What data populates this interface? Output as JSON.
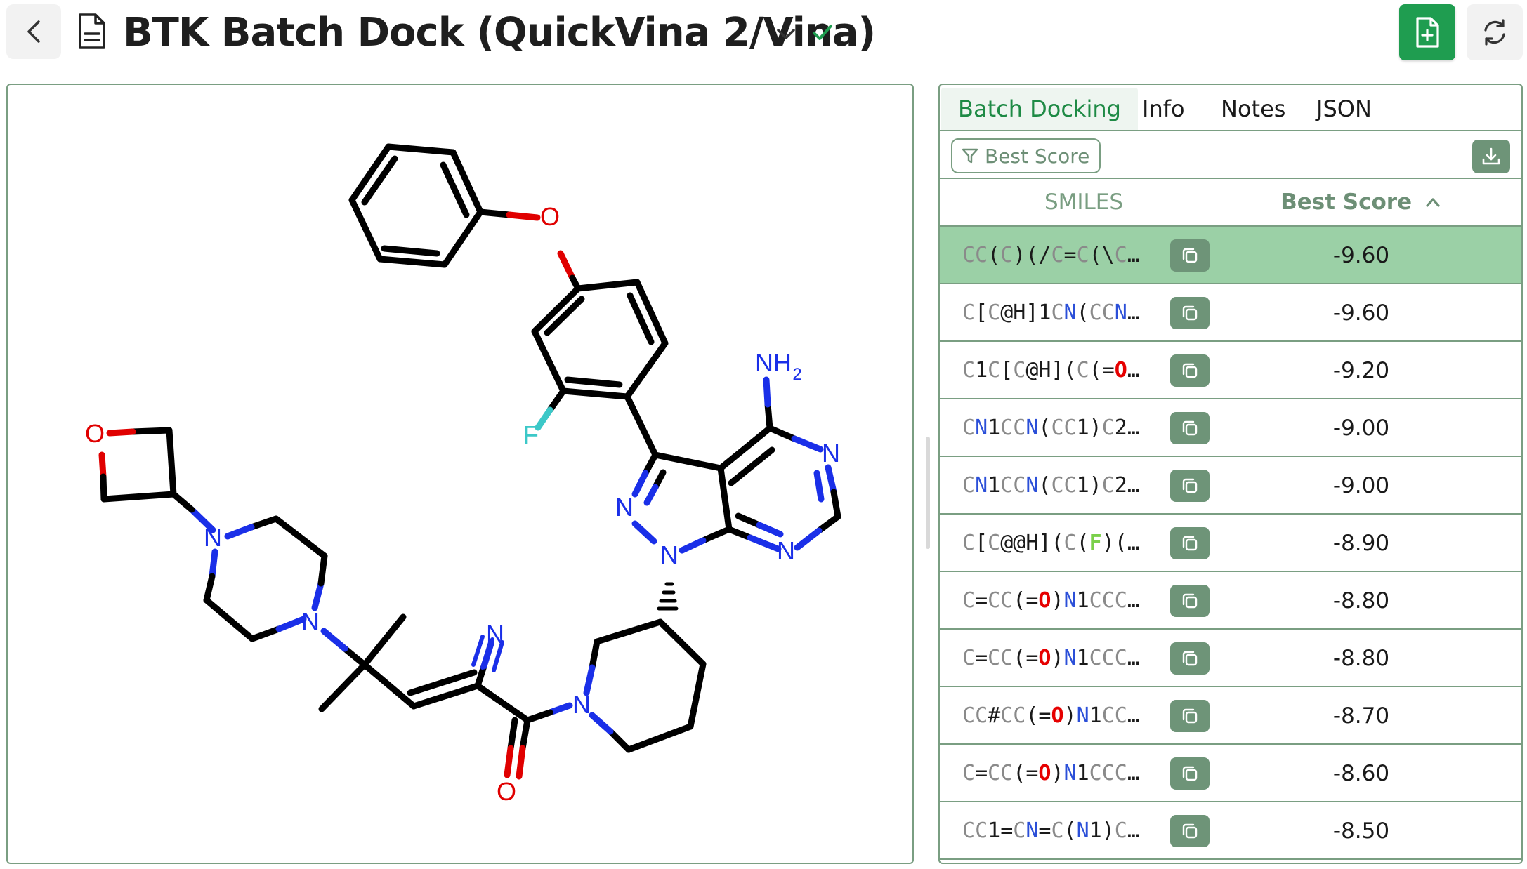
{
  "header": {
    "back_icon": "chevron-left-icon",
    "doc_icon": "file-text-icon",
    "title": "BTK Batch Dock (QuickVina 2/Vina)",
    "status_icon": "check-icon",
    "new_button_icon": "file-plus-icon",
    "refresh_icon": "refresh-icon",
    "accent_color": "#1f9d50"
  },
  "molecule": {
    "atoms": {
      "O_ether": "O",
      "F": "F",
      "NH2_N": "NH",
      "NH2_sub": "2",
      "N_pyr1": "N",
      "N_pyr2": "N",
      "N_pz1": "N",
      "N_pz2": "N",
      "N_pz3": "N",
      "O_oxetane": "O",
      "N_pip1": "N",
      "N_pip2": "N",
      "N_nitrile": "N",
      "N_amide": "N",
      "O_carbonyl": "O"
    }
  },
  "tabs": [
    {
      "label": "Batch Docking",
      "active": true
    },
    {
      "label": "Info",
      "active": false
    },
    {
      "label": "Notes",
      "active": false
    },
    {
      "label": "JSON",
      "active": false
    }
  ],
  "toolbar": {
    "filter_label": "Best Score",
    "filter_icon": "filter-icon",
    "download_icon": "download-icon"
  },
  "table": {
    "headers": {
      "smiles": "SMILES",
      "score": "Best Score",
      "sort_icon": "chevron-up-icon"
    },
    "rows": [
      {
        "smiles": "CC(C)(/C=C(\\C…",
        "score": "-9.60",
        "selected": true
      },
      {
        "smiles": "C[C@H]1CN(CCN…",
        "score": "-9.60",
        "selected": false
      },
      {
        "smiles": "C1C[C@H](C(=O…",
        "score": "-9.20",
        "selected": false
      },
      {
        "smiles": "CN1CCN(CC1)C2…",
        "score": "-9.00",
        "selected": false
      },
      {
        "smiles": "CN1CCN(CC1)C2…",
        "score": "-9.00",
        "selected": false
      },
      {
        "smiles": "C[C@@H](C(F)(…",
        "score": "-8.90",
        "selected": false
      },
      {
        "smiles": "C=CC(=O)N1CCC…",
        "score": "-8.80",
        "selected": false
      },
      {
        "smiles": "C=CC(=O)N1CCC…",
        "score": "-8.80",
        "selected": false
      },
      {
        "smiles": "CC#CC(=O)N1CC…",
        "score": "-8.70",
        "selected": false
      },
      {
        "smiles": "C=CC(=O)N1CCC…",
        "score": "-8.60",
        "selected": false
      },
      {
        "smiles": "CC1=CN=C(N1)C…",
        "score": "-8.50",
        "selected": false
      }
    ],
    "copy_icon": "copy-icon",
    "selected_color": "#9bd0a6"
  }
}
